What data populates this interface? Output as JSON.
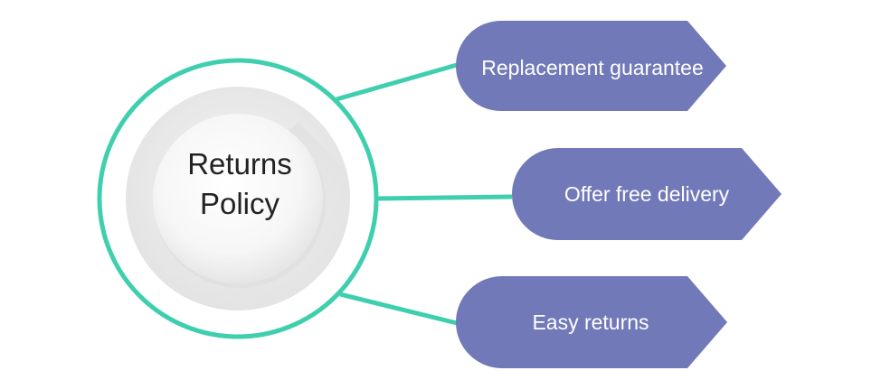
{
  "center": {
    "title_line1": "Returns",
    "title_line2": "Policy"
  },
  "items": [
    {
      "label": "Replacement guarantee"
    },
    {
      "label": "Offer free delivery"
    },
    {
      "label": "Easy returns"
    }
  ],
  "colors": {
    "ring": "#3fcfae",
    "tag_fill": "#7179b8",
    "tag_text": "#ffffff",
    "circle_fill": "#f1f1f1",
    "shadow": "#e4e4e4",
    "title_text": "#222222"
  }
}
